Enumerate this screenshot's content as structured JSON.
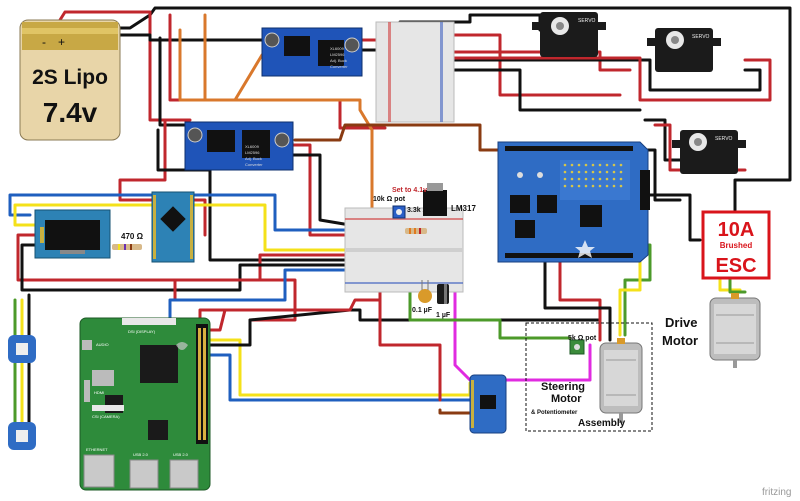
{
  "battery": {
    "label_line1": "2S Lipo",
    "label_line2": "7.4v",
    "minus": "-",
    "plus": "+"
  },
  "buck_converter": {
    "text_line1": "XL6009",
    "text_line2": "LM2596",
    "text_line3": "Adj. Buck",
    "text_line4": "Converter"
  },
  "servo": {
    "label": "SERVO"
  },
  "regulator": {
    "set_label": "Set to 4.1v",
    "pot_label": "10k Ω pot",
    "resistor_label": "3.3k Ω",
    "chip_label": "LM317"
  },
  "oled_resistor": {
    "label": "470 Ω"
  },
  "capacitors": {
    "small_label": "0.1 µF",
    "large_label": "1 µF"
  },
  "esc": {
    "line1": "10A",
    "line2": "Brushed",
    "line3": "ESC"
  },
  "drive_motor": {
    "line1": "Drive",
    "line2": "Motor"
  },
  "steering_assembly": {
    "pot_label": "5k Ω pot",
    "line1": "Steering",
    "line2": "Motor",
    "line3": "& Potentiometer",
    "line4": "Assembly"
  },
  "raspberry_pi": {
    "label_dsi": "DSI (DISPLAY)",
    "label_ethernet": "ETHERNET",
    "label_usb1": "USB 2.0",
    "label_usb2": "USB 2.0",
    "label_camera": "CSI (CAMERA)",
    "label_audio": "AUDIO",
    "label_hdmi": "HDMI"
  },
  "footer": {
    "brand": "fritzing"
  },
  "colors": {
    "wire_red": "#c0272d",
    "wire_black": "#111111",
    "wire_blue": "#1f5fbf",
    "wire_yellow": "#f4e11a",
    "wire_orange": "#d9782c",
    "wire_green": "#4c9a2a",
    "wire_magenta": "#e02be0",
    "wire_brown": "#8a3b12",
    "board_blue": "#2f6cc4",
    "pi_green": "#2e8b3b",
    "esc_red": "#d9141b"
  }
}
